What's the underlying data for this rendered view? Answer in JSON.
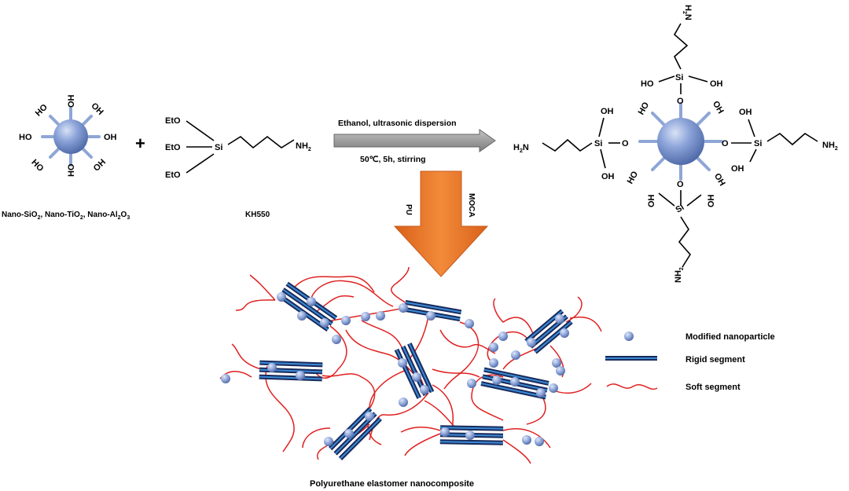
{
  "colors": {
    "particle": "#8ba3d8",
    "spoke": "#8ea6d6",
    "soft_segment": "#e02020",
    "rigid_segment": "#1a2a5a",
    "rigid_stripe": "#3a8ad6",
    "reaction_arrow": "#9a9a9a",
    "process_arrow": "#ee7a2a"
  },
  "left": {
    "hydroxyl": "OH",
    "ho": "HO",
    "caption": [
      "Nano-SiO",
      "2",
      ", Nano-TiO",
      "2",
      ", Nano-Al",
      "2",
      "O",
      "3"
    ]
  },
  "plus": "+",
  "kh550": {
    "eto": "EtO",
    "si": "Si",
    "nh": "NH",
    "sub2": "2",
    "name": "KH550"
  },
  "reaction": {
    "top": "Ethanol,  ultrasonic dispersion",
    "bottom": "50℃,  5h,  stirring"
  },
  "orange_arrow": {
    "left": "PU",
    "right": "MOCA"
  },
  "product": {
    "si": "Si",
    "o": "O",
    "oh": "OH",
    "ho": "HO",
    "h2n": "H",
    "h2n_n": "N",
    "nh": "NH",
    "sub2": "2"
  },
  "legend": {
    "particle": "Modified nanoparticle",
    "rigid": "Rigid segment",
    "soft": "Soft segment"
  },
  "bottom_caption": "Polyurethane elastomer nanocomposite"
}
